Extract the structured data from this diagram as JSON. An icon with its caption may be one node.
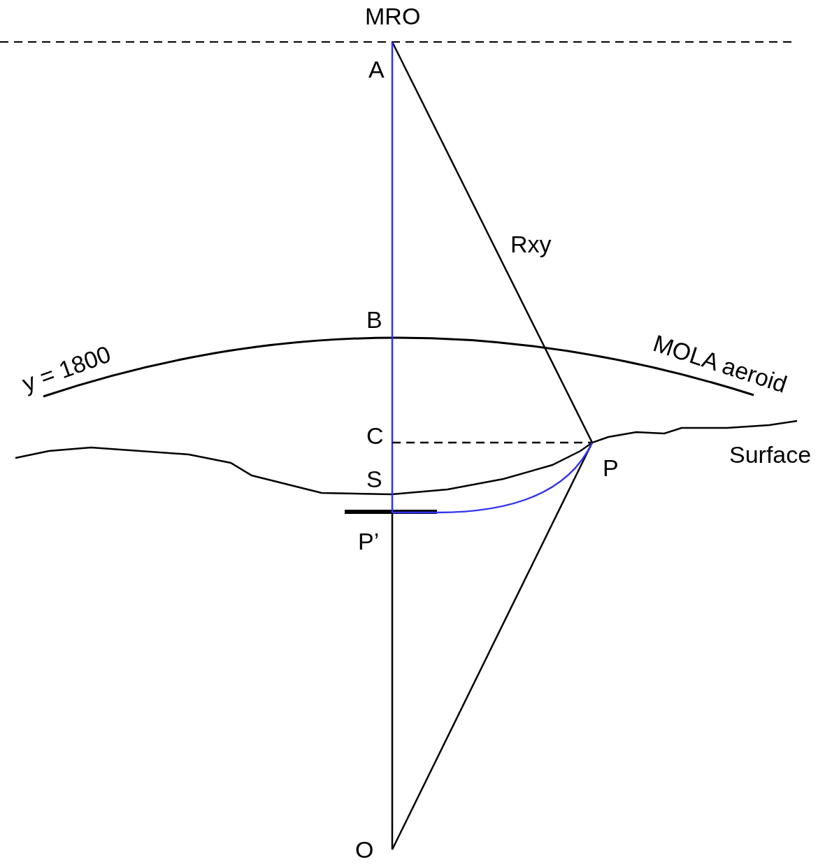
{
  "diagram": {
    "nodes": [
      {
        "text": [
          "A"
        ]
      },
      {
        "text": [
          "C"
        ]
      },
      {
        "text": [
          "P’"
        ]
      },
      {
        "text": [
          "P"
        ]
      },
      {
        "text": [
          "O"
        ]
      }
    ],
    "edges": [
      {
        "from": 0,
        "to": 3,
        "arrow": "none",
        "label": "Rxy"
      },
      {
        "from": 3,
        "to": 4,
        "arrow": "none"
      },
      {
        "from": 0,
        "to": 2,
        "arrow": "none",
        "color": "#3333ee"
      },
      {
        "from": 2,
        "to": 4,
        "arrow": "none"
      },
      {
        "from": 1,
        "to": 3,
        "arrow": "none",
        "style": "dashed"
      },
      {
        "from": 3,
        "to": 2,
        "arrow": "none",
        "color": "#3333ee"
      }
    ],
    "labels": [
      "MRO",
      "B",
      "y = 1800",
      "MOLA aeroid",
      "Surface",
      "S"
    ]
  }
}
